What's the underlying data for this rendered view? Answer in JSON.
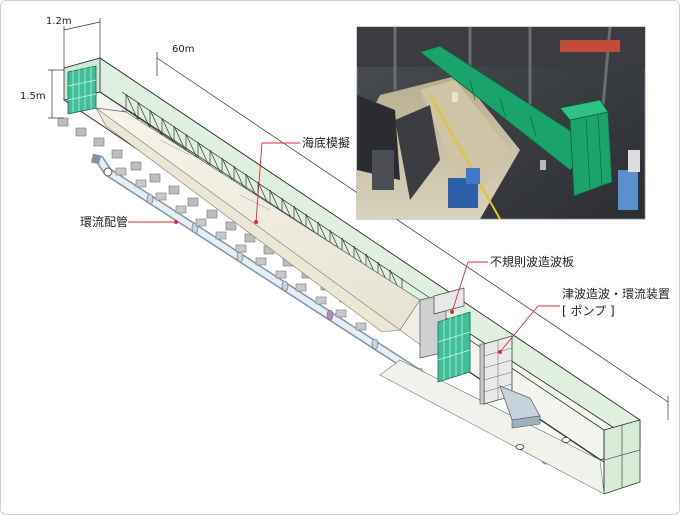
{
  "dimensions": {
    "width_label": "1.2m",
    "height_label": "1.5m",
    "length_label": "60m"
  },
  "labels": {
    "seabed_model": "海底模擬",
    "circulation_pipe": "環流配管",
    "irregular_wave_plate": "不規則波造波板",
    "tsunami_device_line1": "津波造波・環流装置",
    "tsunami_device_line2": "[ ポンプ ]"
  },
  "colors": {
    "tank_wall": "#dff0de",
    "tank_edge": "#333333",
    "seabed": "#f4f2e6",
    "wave_unit": "#3fbf9a",
    "pipe": "#dfe9f2",
    "leader_red": "#e0283a",
    "photo_tank_green": "#1aa36b"
  },
  "photo": {
    "subject": "experimental-flume-photo"
  }
}
